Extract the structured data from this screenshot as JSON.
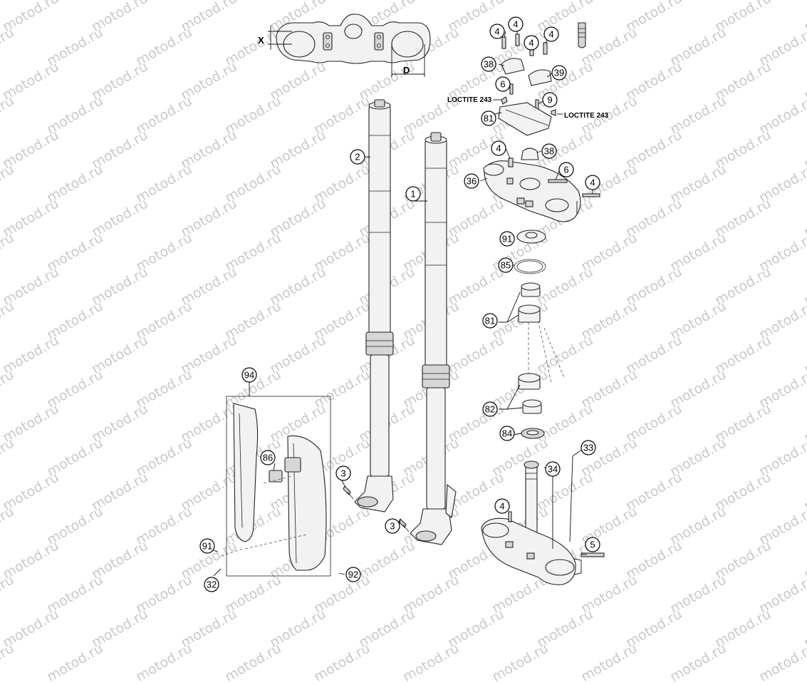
{
  "watermark": "motod.ru",
  "dimensions": {
    "x_label": "X",
    "d_label": "D"
  },
  "loctite_labels": [
    "LOCTITE 243",
    "LOCTITE 243"
  ],
  "callouts": [
    "1",
    "2",
    "3",
    "3",
    "4",
    "4",
    "4",
    "4",
    "4",
    "4",
    "4",
    "5",
    "6",
    "6",
    "9",
    "32",
    "33",
    "34",
    "36",
    "38",
    "38",
    "39",
    "81",
    "81",
    "82",
    "84",
    "85",
    "86",
    "91",
    "91",
    "92",
    "94"
  ]
}
